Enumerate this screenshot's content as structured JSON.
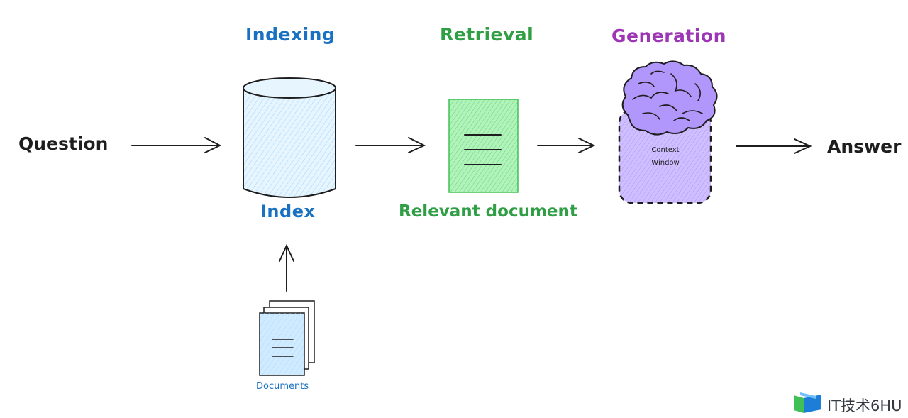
{
  "stages": {
    "indexing": {
      "title": "Indexing",
      "color": "#1971c2"
    },
    "retrieval": {
      "title": "Retrieval",
      "color": "#2f9e44"
    },
    "generation": {
      "title": "Generation",
      "color": "#9c36b5"
    }
  },
  "flow": {
    "question": "Question",
    "answer": "Answer"
  },
  "nodes": {
    "index": {
      "label": "Index",
      "color": "#1971c2",
      "fill": "#d0ebff"
    },
    "relevant_document": {
      "label": "Relevant document",
      "color": "#2f9e44",
      "fill": "#8ce99a"
    },
    "documents": {
      "label": "Documents",
      "color": "#1971c2",
      "fill": "#a5d8ff"
    },
    "brain": {
      "icon": "brain-icon",
      "fill": "#b197fc"
    },
    "context_window": {
      "line1": "Context",
      "line2": "Window",
      "fill": "#b197fc"
    }
  },
  "watermark": {
    "text": "IT技术6HU",
    "icon": "book-logo-icon"
  }
}
